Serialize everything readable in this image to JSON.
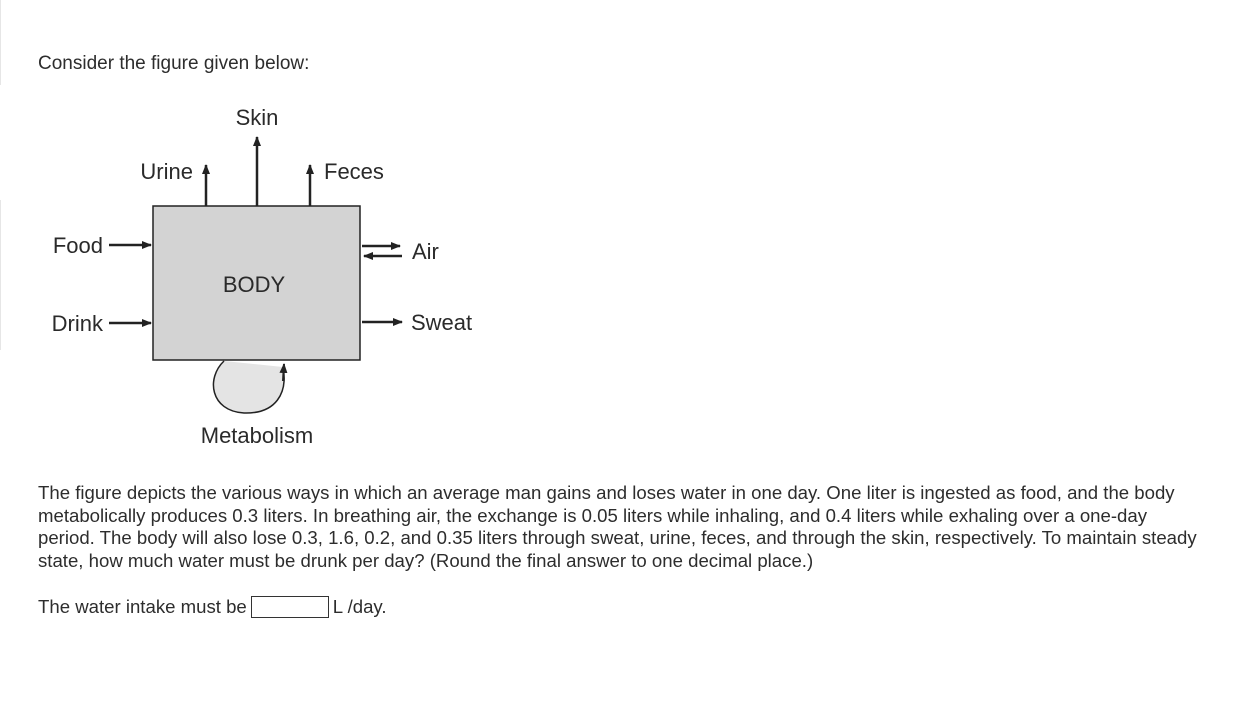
{
  "question": {
    "intro": "Consider the figure given below:",
    "problem_text": "The figure depicts the various ways in which an average man gains and loses water in one day. One liter is ingested as food, and the body metabolically produces 0.3 liters. In breathing air, the exchange is 0.05 liters while inhaling, and 0.4 liters while exhaling over a one-day period. The body will also lose 0.3, 1.6, 0.2, and 0.35 liters through sweat, urine, feces, and through the skin, respectively. To maintain steady state, how much water must be drunk per day? (Round the final answer to one decimal place.)",
    "answer_prefix": "The water intake must be",
    "answer_value": "",
    "answer_unit": "L /day."
  },
  "figure": {
    "body_label": "BODY",
    "skin_label": "Skin",
    "urine_label": "Urine",
    "feces_label": "Feces",
    "food_label": "Food",
    "drink_label": "Drink",
    "air_label": "Air",
    "sweat_label": "Sweat",
    "metabolism_label": "Metabolism",
    "colors": {
      "body_fill": "#d3d3d3",
      "loop_fill": "#e4e4e4",
      "stroke": "#222222"
    }
  }
}
